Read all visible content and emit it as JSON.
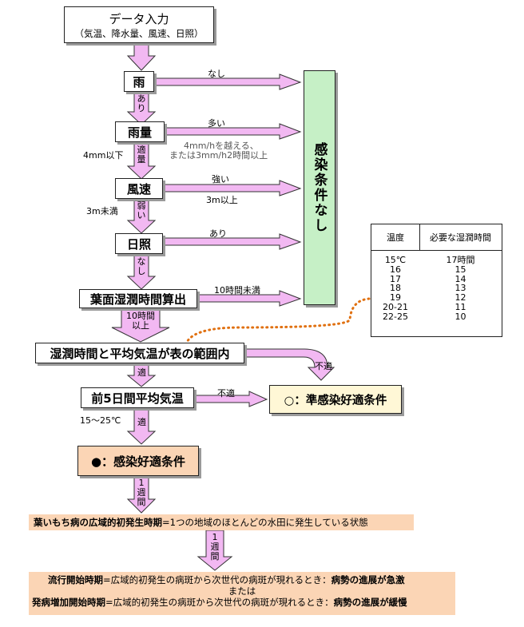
{
  "input": {
    "title": "データ入力",
    "subtitle": "（気温、降水量、風速、日照）"
  },
  "nodes": {
    "rain": "雨",
    "rain_amount": "雨量",
    "wind": "風速",
    "sunshine": "日照",
    "wetness_calc": "葉面湿潤時間算出",
    "range_check": "湿潤時間と平均気温が表の範囲内",
    "avg_temp": "前5日間平均気温",
    "no_infection": "感染条件なし",
    "semi_favorable": "○：準感染好適条件",
    "favorable": "●：感染好適条件"
  },
  "edges": {
    "rain_none": "なし",
    "rain_yes": "あり",
    "amount_many": "多い",
    "amount_many_detail_1": "4mm/hを越える、",
    "amount_many_detail_2": "または3mm/h2時間以上",
    "amount_ok_side": "4mm以下",
    "amount_ok": "適量",
    "wind_strong": "強い",
    "wind_strong_detail": "3m以上",
    "wind_weak_side": "3m未満",
    "wind_weak": "弱い",
    "sun_yes": "あり",
    "sun_none": "なし",
    "wet_short": "10時間未満",
    "wet_long": "10時間以上",
    "range_ng": "不適",
    "range_ok": "適",
    "temp_ng": "不適",
    "temp_range": "15～25℃",
    "temp_ok": "適",
    "week1": "1週間",
    "week2": "1週間"
  },
  "table": {
    "headers": [
      "温度",
      "必要な湿潤時間"
    ],
    "rows": [
      [
        "15℃",
        "17時間"
      ],
      [
        "16",
        "15"
      ],
      [
        "17",
        "14"
      ],
      [
        "18",
        "13"
      ],
      [
        "19",
        "12"
      ],
      [
        "20-21",
        "11"
      ],
      [
        "22-25",
        "10"
      ]
    ]
  },
  "notes": {
    "n1_bold": "葉いもち病の広域的初発生時期",
    "n1_rest": "=1つの地域のほとんどの水田に発生している状態",
    "n2_bold": "流行開始時期",
    "n2_mid": "=広域的初発生の病斑から次世代の病斑が現れるとき：",
    "n2_end": "病勢の進展が急激",
    "or": "または",
    "n3_bold": "発病増加開始時期",
    "n3_mid": "=広域的初発生の病斑から次世代の病斑が現れるとき：",
    "n3_end": "病勢の進展が緩慢"
  },
  "colors": {
    "arrow_fill": "#f2b8f2",
    "arrow_stroke": "#333333",
    "green": "#c6f0c6",
    "cream": "#fff7d6",
    "orange": "#fbd5b5",
    "dots": "#e07010"
  }
}
